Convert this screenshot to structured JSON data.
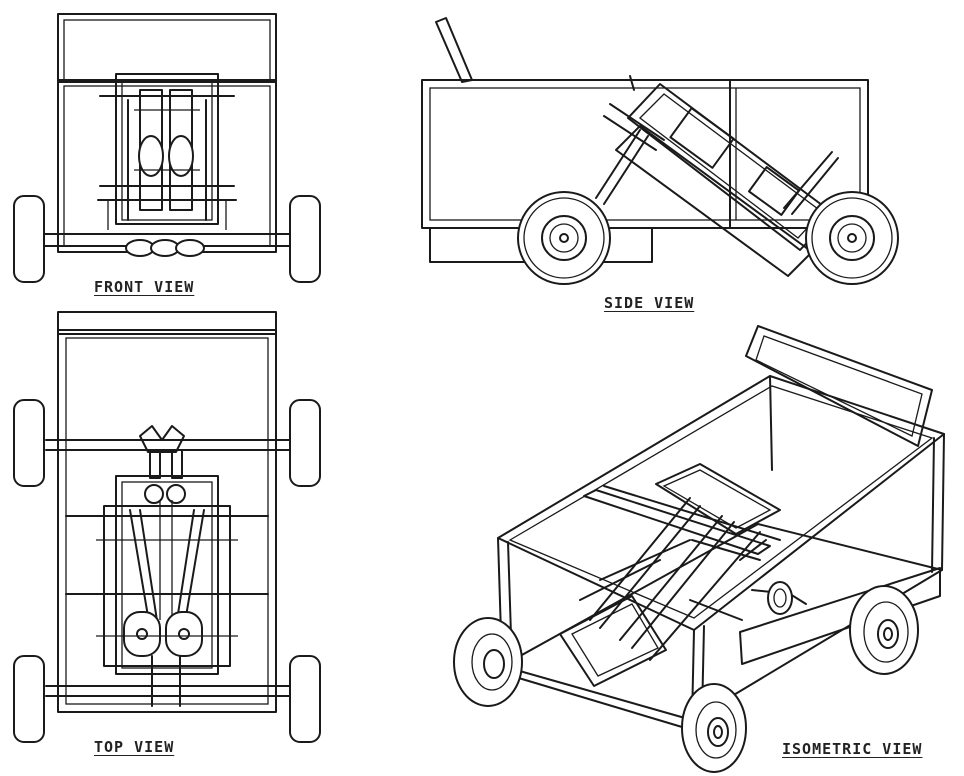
{
  "views": {
    "front": {
      "label": "FRONT VIEW"
    },
    "side": {
      "label": "SIDE VIEW"
    },
    "top": {
      "label": "TOP VIEW"
    },
    "isometric": {
      "label": "ISOMETRIC VIEW"
    }
  },
  "colors": {
    "line": "#1a1a1a",
    "background": "#ffffff"
  }
}
